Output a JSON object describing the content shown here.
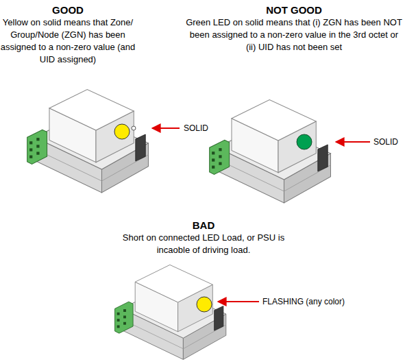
{
  "diagram": {
    "labels": [
      "GOOD",
      "Yellow on solid means that Zone/ Group/Node (ZGN) has been assigned to a non-zero value (and UID assigned)",
      "NOT GOOD",
      "Green LED on solid means that (i) ZGN has been NOT been assigned to a non-zero value in the 3rd octet or (ii) UID has not been set",
      "SOLID",
      "SOLID",
      "BAD",
      "Short on connected LED Load, or PSU is incaoble of driving load.",
      "FLASHING (any color)"
    ]
  }
}
